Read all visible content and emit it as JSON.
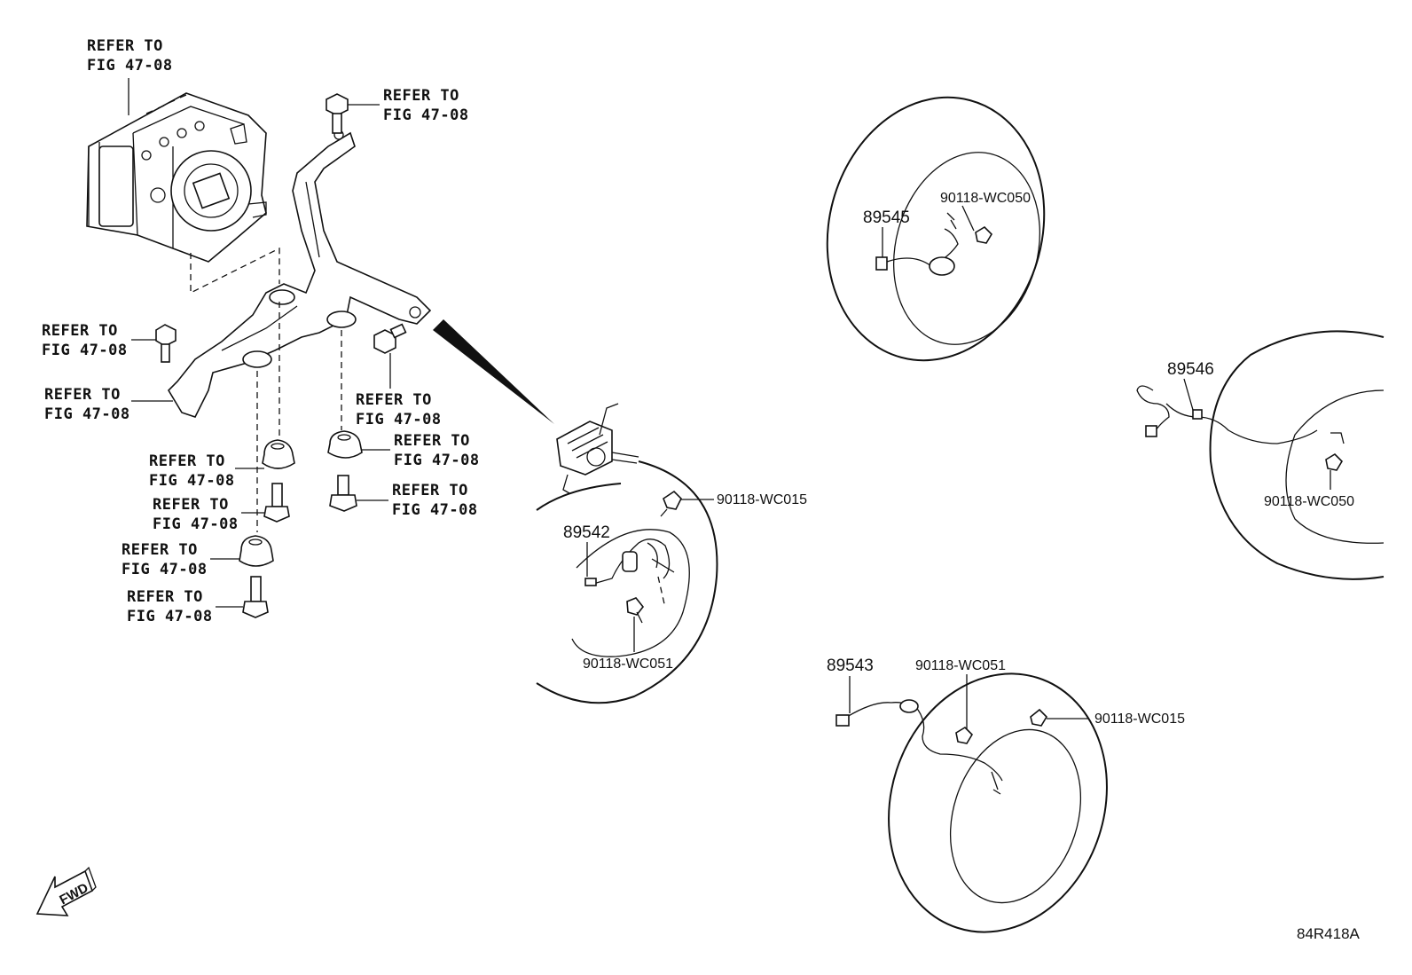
{
  "refer_label": {
    "line1": "REFER TO",
    "line2": "FIG 47-08"
  },
  "part_numbers": {
    "sensor_front_left": "89542",
    "sensor_front_right": "89543",
    "sensor_rear_left": "89545",
    "sensor_rear_right": "89546",
    "bolt_wc015": "90118-WC015",
    "bolt_wc050": "90118-WC050",
    "bolt_wc051": "90118-WC051"
  },
  "fwd_label": "FWD",
  "figure_code": "84R418A",
  "icons": [
    "abs-actuator-icon",
    "bracket-icon",
    "bolt-icon",
    "cushion-icon",
    "tire-icon",
    "speed-sensor-icon",
    "fwd-arrow-icon"
  ]
}
